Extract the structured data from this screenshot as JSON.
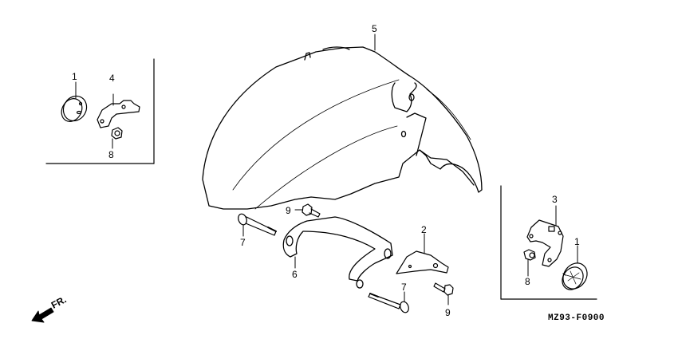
{
  "diagram": {
    "code": "MZ93-F0900",
    "direction_marker": "FR.",
    "callouts": [
      {
        "id": "c1a",
        "label": "1",
        "part": "side-reflector-left"
      },
      {
        "id": "c4",
        "label": "4",
        "part": "reflector-stay-left"
      },
      {
        "id": "c8a",
        "label": "8",
        "part": "nut-left"
      },
      {
        "id": "c5",
        "label": "5",
        "part": "front-fender"
      },
      {
        "id": "c9a",
        "label": "9",
        "part": "bolt-upper"
      },
      {
        "id": "c7a",
        "label": "7",
        "part": "bolt-long-left"
      },
      {
        "id": "c6",
        "label": "6",
        "part": "fender-stay"
      },
      {
        "id": "c2",
        "label": "2",
        "part": "bracket"
      },
      {
        "id": "c7b",
        "label": "7",
        "part": "bolt-long-lower"
      },
      {
        "id": "c9b",
        "label": "9",
        "part": "bolt-lower"
      },
      {
        "id": "c3",
        "label": "3",
        "part": "reflector-stay-right"
      },
      {
        "id": "c1b",
        "label": "1",
        "part": "side-reflector-right"
      },
      {
        "id": "c8b",
        "label": "8",
        "part": "nut-right"
      }
    ]
  }
}
